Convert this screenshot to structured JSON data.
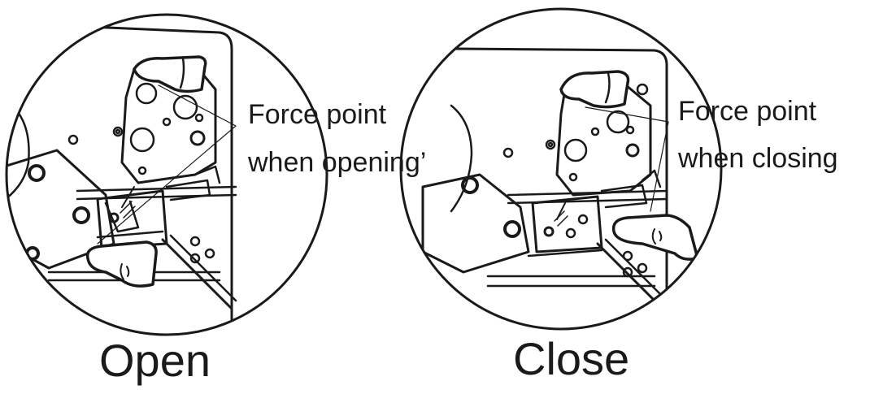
{
  "open_panel": {
    "force_label_line1": "Force point",
    "force_label_line2": "when opening’",
    "caption": "Open"
  },
  "close_panel": {
    "force_label_line1": "Force point",
    "force_label_line2": "when closing",
    "caption": "Close"
  },
  "colors": {
    "line": "#1a1a1a",
    "background": "#ffffff"
  }
}
